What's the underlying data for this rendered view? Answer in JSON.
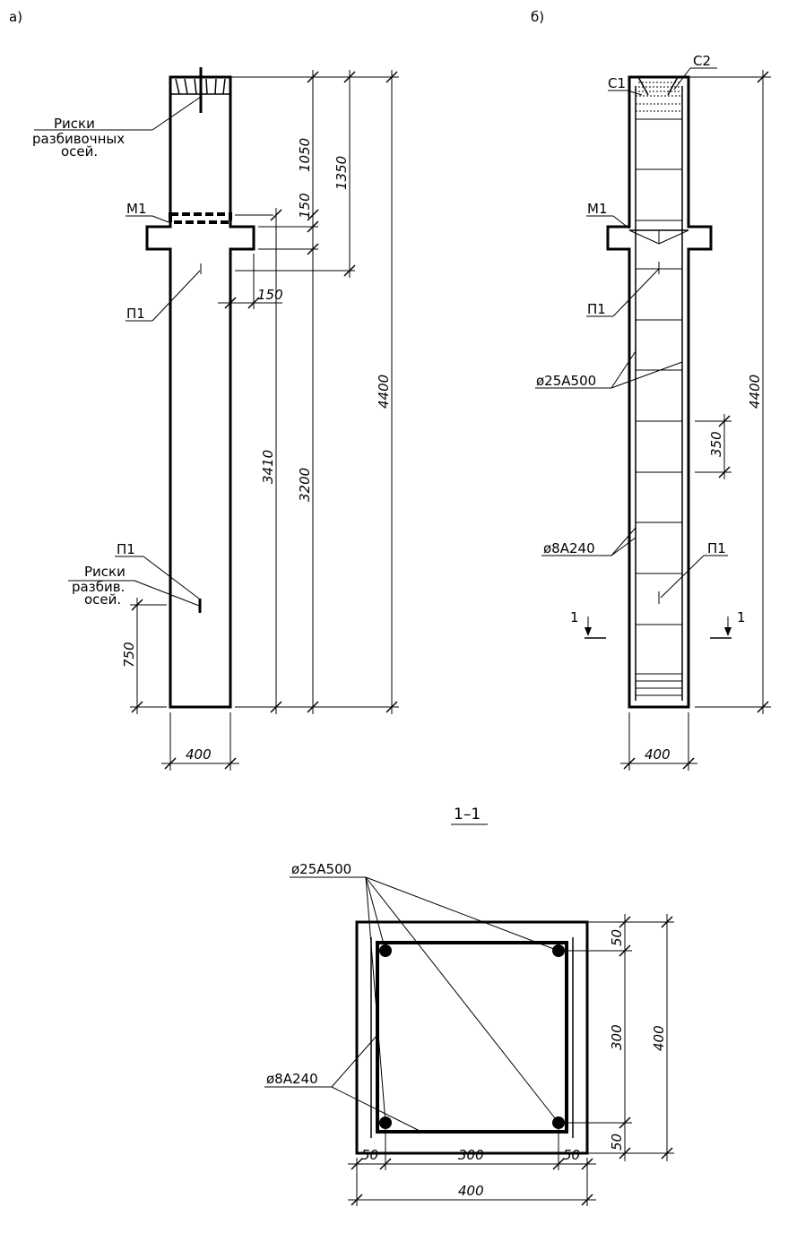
{
  "view_a": {
    "label": "а)",
    "risks_top": [
      "Риски",
      "разбивочных",
      "осей."
    ],
    "m1": "М1",
    "p1_top": "П1",
    "p1_bottom": "П1",
    "risks_bottom": [
      "Риски",
      "разбив.",
      "осей."
    ],
    "dims": {
      "d1050": "1050",
      "d150a": "150",
      "d1350": "1350",
      "d150b": "150",
      "d3410": "3410",
      "d3200": "3200",
      "d4400": "4400",
      "d750": "750",
      "d400": "400"
    }
  },
  "view_b": {
    "label": "б)",
    "c1": "С1",
    "c2": "С2",
    "m1": "М1",
    "p1_top": "П1",
    "p1_bottom": "П1",
    "rebar_main": "ø25А500",
    "rebar_stirrup": "ø8А240",
    "dims": {
      "d350": "350",
      "d4400": "4400",
      "d400": "400"
    },
    "section_mark": "1"
  },
  "section": {
    "title": "1–1",
    "rebar_main": "ø25А500",
    "rebar_stirrup": "ø8А240",
    "dims": {
      "d50_top": "50",
      "d300_v": "300",
      "d50_bot": "50",
      "d400_v": "400",
      "d50_left": "50",
      "d300_h": "300",
      "d50_right": "50",
      "d400_h": "400"
    }
  }
}
